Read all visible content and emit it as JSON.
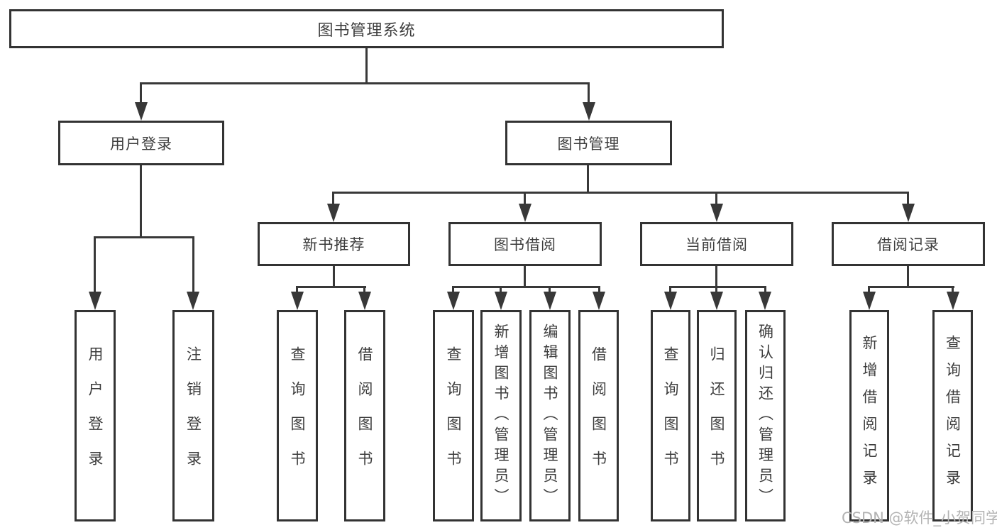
{
  "tree": {
    "root": {
      "label": "图书管理系统"
    },
    "branches": [
      {
        "label": "用户登录",
        "leaves": [
          "用户登录",
          "注销登录"
        ]
      },
      {
        "label": "图书管理",
        "groups": [
          {
            "label": "新书推荐",
            "leaves": [
              "查询图书",
              "借阅图书"
            ]
          },
          {
            "label": "图书借阅",
            "leaves": [
              "查询图书",
              "新增图书（管理员）",
              "编辑图书（管理员）",
              "借阅图书"
            ]
          },
          {
            "label": "当前借阅",
            "leaves": [
              "查询图书",
              "归还图书",
              "确认归还（管理员）"
            ]
          },
          {
            "label": "借阅记录",
            "leaves": [
              "新增借阅记录",
              "查询借阅记录"
            ]
          }
        ]
      }
    ]
  },
  "watermark": {
    "text": "CSDN @软件_小贺同学"
  },
  "colors": {
    "line": "#383838",
    "box_border": "#333333",
    "text": "#3d3d3d",
    "watermark": "#b3b3b3",
    "background": "#ffffff"
  }
}
